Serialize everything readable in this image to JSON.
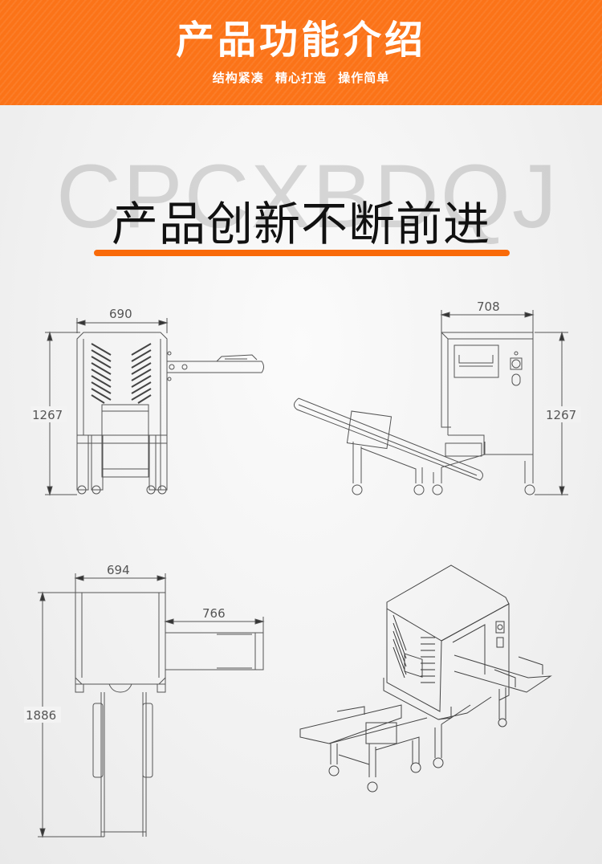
{
  "banner": {
    "title": "产品功能介绍",
    "subtitle": "结构紧凑 精心打造 操作简单",
    "color": "#fb7318"
  },
  "section": {
    "watermark": "CPCXBDQJ",
    "headline": "产品创新不断前进",
    "underline_color": "#f96a09"
  },
  "drawings": {
    "front_view": {
      "width_label": "690",
      "height_label": "1267"
    },
    "side_view": {
      "width_label": "708",
      "height_label": "1267"
    },
    "top_view": {
      "width_label": "694",
      "conveyor_label": "766",
      "length_label": "1886"
    },
    "iso_view": {
      "caption": ""
    }
  }
}
